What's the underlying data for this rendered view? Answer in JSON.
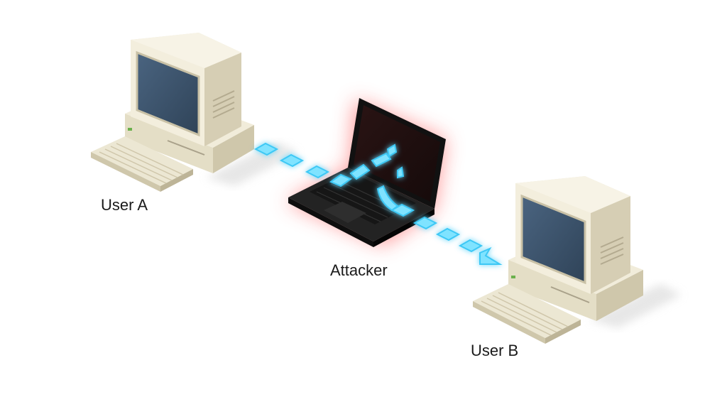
{
  "labels": {
    "user_a": "User A",
    "attacker": "Attacker",
    "user_b": "User B"
  },
  "colors": {
    "beige": "#ece7d3",
    "beige_shade": "#d9d2ba",
    "screen": "#3b5168",
    "laptop": "#1b1b1b",
    "attacker_glow": "#ff4a4a",
    "packet": "#7fe3ff",
    "packet_glow": "#3cc8f5"
  },
  "icons": {
    "user_a": "desktop-computer-icon",
    "user_b": "desktop-computer-icon",
    "attacker": "laptop-icon"
  }
}
